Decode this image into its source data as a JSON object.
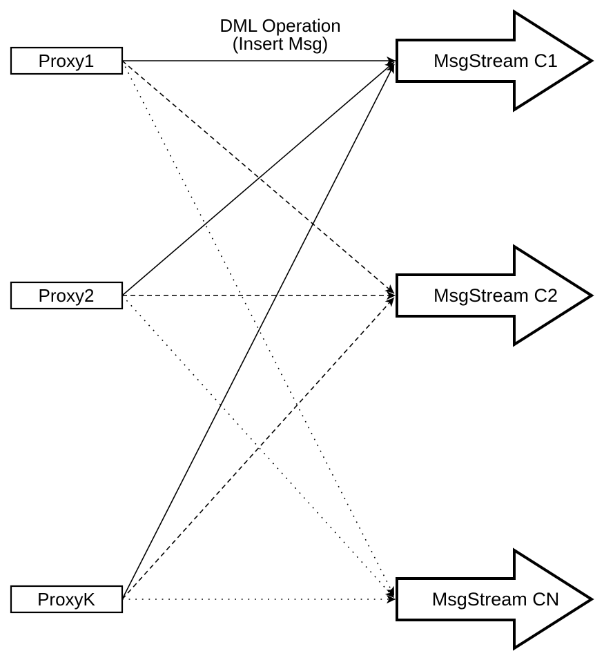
{
  "annotation": {
    "line1": "DML Operation",
    "line2": "(Insert Msg)"
  },
  "proxies": [
    {
      "label": "Proxy1"
    },
    {
      "label": "Proxy2"
    },
    {
      "label": "ProxyK"
    }
  ],
  "streams": [
    {
      "label": "MsgStream C1",
      "incoming_line_style": "solid"
    },
    {
      "label": "MsgStream C2",
      "incoming_line_style": "dashed"
    },
    {
      "label": "MsgStream CN",
      "incoming_line_style": "dotted"
    }
  ],
  "connections": [
    {
      "from": "Proxy1",
      "to": "MsgStream C1",
      "style": "solid"
    },
    {
      "from": "Proxy2",
      "to": "MsgStream C1",
      "style": "solid"
    },
    {
      "from": "ProxyK",
      "to": "MsgStream C1",
      "style": "solid"
    },
    {
      "from": "Proxy1",
      "to": "MsgStream C2",
      "style": "dashed"
    },
    {
      "from": "Proxy2",
      "to": "MsgStream C2",
      "style": "dashed"
    },
    {
      "from": "ProxyK",
      "to": "MsgStream C2",
      "style": "dashed"
    },
    {
      "from": "Proxy1",
      "to": "MsgStream CN",
      "style": "dotted"
    },
    {
      "from": "Proxy2",
      "to": "MsgStream CN",
      "style": "dotted"
    },
    {
      "from": "ProxyK",
      "to": "MsgStream CN",
      "style": "dotted"
    }
  ],
  "colors": {
    "stroke": "#000000",
    "fill": "#ffffff",
    "background": "#ffffff"
  }
}
